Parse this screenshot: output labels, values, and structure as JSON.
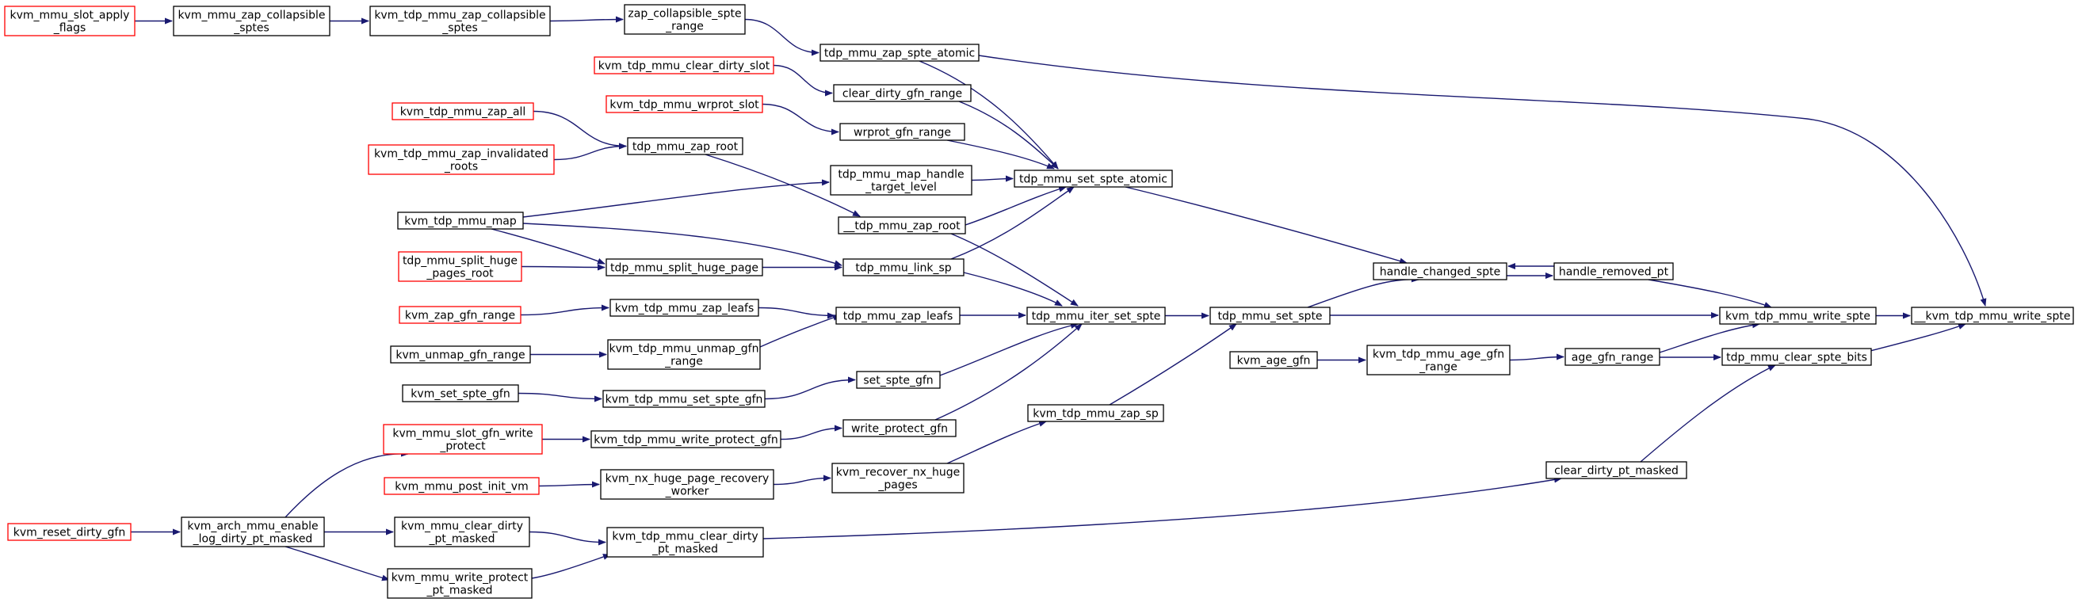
{
  "colors": {
    "edge": "#191970",
    "node_border": "#000000",
    "linked_node_border": "#ff0000",
    "focus_node_fill": "#bfbfbf"
  },
  "nodes": [
    {
      "id": "n1",
      "lines": [
        "kvm_mmu_slot_apply",
        "_flags"
      ],
      "style": "red"
    },
    {
      "id": "n2",
      "lines": [
        "kvm_mmu_zap_collapsible",
        "_sptes"
      ],
      "style": "black"
    },
    {
      "id": "n3",
      "lines": [
        "kvm_tdp_mmu_zap_collapsible",
        "_sptes"
      ],
      "style": "black"
    },
    {
      "id": "n4",
      "lines": [
        "zap_collapsible_spte",
        "_range"
      ],
      "style": "black"
    },
    {
      "id": "n5",
      "lines": [
        "tdp_mmu_zap_spte_atomic"
      ],
      "style": "black"
    },
    {
      "id": "n6",
      "lines": [
        "kvm_tdp_mmu_clear_dirty_slot"
      ],
      "style": "red"
    },
    {
      "id": "n7",
      "lines": [
        "clear_dirty_gfn_range"
      ],
      "style": "black"
    },
    {
      "id": "n8",
      "lines": [
        "kvm_tdp_mmu_wrprot_slot"
      ],
      "style": "red"
    },
    {
      "id": "n9",
      "lines": [
        "wrprot_gfn_range"
      ],
      "style": "black"
    },
    {
      "id": "n10",
      "lines": [
        "kvm_tdp_mmu_zap_all"
      ],
      "style": "red"
    },
    {
      "id": "n11",
      "lines": [
        "kvm_tdp_mmu_zap_invalidated",
        "_roots"
      ],
      "style": "red"
    },
    {
      "id": "n12",
      "lines": [
        "tdp_mmu_zap_root"
      ],
      "style": "black"
    },
    {
      "id": "n13",
      "lines": [
        "tdp_mmu_map_handle",
        "_target_level"
      ],
      "style": "black"
    },
    {
      "id": "n14",
      "lines": [
        "kvm_tdp_mmu_map"
      ],
      "style": "black"
    },
    {
      "id": "n15",
      "lines": [
        "__tdp_mmu_zap_root"
      ],
      "style": "black"
    },
    {
      "id": "n16",
      "lines": [
        "tdp_mmu_set_spte_atomic"
      ],
      "style": "black"
    },
    {
      "id": "n17",
      "lines": [
        "tdp_mmu_split_huge",
        "_pages_root"
      ],
      "style": "red"
    },
    {
      "id": "n18",
      "lines": [
        "tdp_mmu_split_huge_page"
      ],
      "style": "black"
    },
    {
      "id": "n19",
      "lines": [
        "tdp_mmu_link_sp"
      ],
      "style": "black"
    },
    {
      "id": "n20",
      "lines": [
        "kvm_zap_gfn_range"
      ],
      "style": "red"
    },
    {
      "id": "n21",
      "lines": [
        "kvm_tdp_mmu_zap_leafs"
      ],
      "style": "black"
    },
    {
      "id": "n22",
      "lines": [
        "tdp_mmu_zap_leafs"
      ],
      "style": "black"
    },
    {
      "id": "n23",
      "lines": [
        "tdp_mmu_iter_set_spte"
      ],
      "style": "black"
    },
    {
      "id": "n24",
      "lines": [
        "kvm_unmap_gfn_range"
      ],
      "style": "black"
    },
    {
      "id": "n25",
      "lines": [
        "kvm_tdp_mmu_unmap_gfn",
        "_range"
      ],
      "style": "black"
    },
    {
      "id": "n26",
      "lines": [
        "set_spte_gfn"
      ],
      "style": "black"
    },
    {
      "id": "n27",
      "lines": [
        "kvm_set_spte_gfn"
      ],
      "style": "black"
    },
    {
      "id": "n28",
      "lines": [
        "kvm_tdp_mmu_set_spte_gfn"
      ],
      "style": "black"
    },
    {
      "id": "n29",
      "lines": [
        "kvm_mmu_slot_gfn_write",
        "_protect"
      ],
      "style": "red"
    },
    {
      "id": "n30",
      "lines": [
        "kvm_tdp_mmu_write_protect_gfn"
      ],
      "style": "black"
    },
    {
      "id": "n31",
      "lines": [
        "write_protect_gfn"
      ],
      "style": "black"
    },
    {
      "id": "n32",
      "lines": [
        "kvm_mmu_post_init_vm"
      ],
      "style": "red"
    },
    {
      "id": "n33",
      "lines": [
        "kvm_nx_huge_page_recovery",
        "_worker"
      ],
      "style": "black"
    },
    {
      "id": "n34",
      "lines": [
        "kvm_recover_nx_huge",
        "_pages"
      ],
      "style": "black"
    },
    {
      "id": "n35",
      "lines": [
        "kvm_tdp_mmu_zap_sp"
      ],
      "style": "black"
    },
    {
      "id": "n36",
      "lines": [
        "kvm_reset_dirty_gfn"
      ],
      "style": "red"
    },
    {
      "id": "n37",
      "lines": [
        "kvm_arch_mmu_enable",
        "_log_dirty_pt_masked"
      ],
      "style": "black"
    },
    {
      "id": "n38",
      "lines": [
        "kvm_mmu_clear_dirty",
        "_pt_masked"
      ],
      "style": "black"
    },
    {
      "id": "n39",
      "lines": [
        "kvm_tdp_mmu_clear_dirty",
        "_pt_masked"
      ],
      "style": "black"
    },
    {
      "id": "n40",
      "lines": [
        "kvm_mmu_write_protect",
        "_pt_masked"
      ],
      "style": "black"
    },
    {
      "id": "n41",
      "lines": [
        "handle_changed_spte"
      ],
      "style": "black"
    },
    {
      "id": "n42",
      "lines": [
        "handle_removed_pt"
      ],
      "style": "black"
    },
    {
      "id": "n43",
      "lines": [
        "tdp_mmu_set_spte"
      ],
      "style": "black"
    },
    {
      "id": "n44",
      "lines": [
        "kvm_age_gfn"
      ],
      "style": "black"
    },
    {
      "id": "n45",
      "lines": [
        "kvm_tdp_mmu_age_gfn",
        "_range"
      ],
      "style": "black"
    },
    {
      "id": "n46",
      "lines": [
        "age_gfn_range"
      ],
      "style": "black"
    },
    {
      "id": "n47",
      "lines": [
        "kvm_tdp_mmu_write_spte"
      ],
      "style": "black"
    },
    {
      "id": "n48",
      "lines": [
        "tdp_mmu_clear_spte_bits"
      ],
      "style": "black"
    },
    {
      "id": "n49",
      "lines": [
        "clear_dirty_pt_masked"
      ],
      "style": "black"
    },
    {
      "id": "n50",
      "lines": [
        "__kvm_tdp_mmu_write_spte"
      ],
      "style": "focus"
    }
  ],
  "edges": [
    {
      "from": "n1",
      "to": "n2"
    },
    {
      "from": "n2",
      "to": "n3"
    },
    {
      "from": "n3",
      "to": "n4"
    },
    {
      "from": "n4",
      "to": "n5"
    },
    {
      "from": "n5",
      "to": "n16"
    },
    {
      "from": "n5",
      "to": "n50"
    },
    {
      "from": "n6",
      "to": "n7"
    },
    {
      "from": "n7",
      "to": "n16"
    },
    {
      "from": "n8",
      "to": "n9"
    },
    {
      "from": "n9",
      "to": "n16"
    },
    {
      "from": "n10",
      "to": "n12"
    },
    {
      "from": "n11",
      "to": "n12"
    },
    {
      "from": "n12",
      "to": "n15"
    },
    {
      "from": "n13",
      "to": "n16"
    },
    {
      "from": "n14",
      "to": "n13"
    },
    {
      "from": "n14",
      "to": "n19"
    },
    {
      "from": "n14",
      "to": "n18"
    },
    {
      "from": "n15",
      "to": "n16"
    },
    {
      "from": "n15",
      "to": "n23"
    },
    {
      "from": "n17",
      "to": "n18"
    },
    {
      "from": "n18",
      "to": "n19"
    },
    {
      "from": "n19",
      "to": "n16"
    },
    {
      "from": "n19",
      "to": "n23"
    },
    {
      "from": "n20",
      "to": "n21"
    },
    {
      "from": "n21",
      "to": "n22"
    },
    {
      "from": "n22",
      "to": "n23"
    },
    {
      "from": "n24",
      "to": "n25"
    },
    {
      "from": "n25",
      "to": "n22"
    },
    {
      "from": "n26",
      "to": "n23"
    },
    {
      "from": "n27",
      "to": "n28"
    },
    {
      "from": "n28",
      "to": "n26"
    },
    {
      "from": "n29",
      "to": "n30"
    },
    {
      "from": "n30",
      "to": "n31"
    },
    {
      "from": "n31",
      "to": "n23"
    },
    {
      "from": "n32",
      "to": "n33"
    },
    {
      "from": "n33",
      "to": "n34"
    },
    {
      "from": "n34",
      "to": "n35"
    },
    {
      "from": "n35",
      "to": "n43"
    },
    {
      "from": "n36",
      "to": "n37"
    },
    {
      "from": "n37",
      "to": "n29"
    },
    {
      "from": "n37",
      "to": "n38"
    },
    {
      "from": "n37",
      "to": "n40"
    },
    {
      "from": "n38",
      "to": "n39"
    },
    {
      "from": "n40",
      "to": "n39"
    },
    {
      "from": "n39",
      "to": "n49"
    },
    {
      "from": "n16",
      "to": "n41"
    },
    {
      "from": "n23",
      "to": "n43"
    },
    {
      "from": "n43",
      "to": "n41"
    },
    {
      "from": "n43",
      "to": "n47"
    },
    {
      "from": "n41",
      "to": "n42"
    },
    {
      "from": "n42",
      "to": "n41"
    },
    {
      "from": "n42",
      "to": "n47"
    },
    {
      "from": "n44",
      "to": "n45"
    },
    {
      "from": "n45",
      "to": "n46"
    },
    {
      "from": "n46",
      "to": "n47"
    },
    {
      "from": "n46",
      "to": "n48"
    },
    {
      "from": "n49",
      "to": "n48"
    },
    {
      "from": "n47",
      "to": "n50"
    },
    {
      "from": "n48",
      "to": "n50"
    }
  ]
}
